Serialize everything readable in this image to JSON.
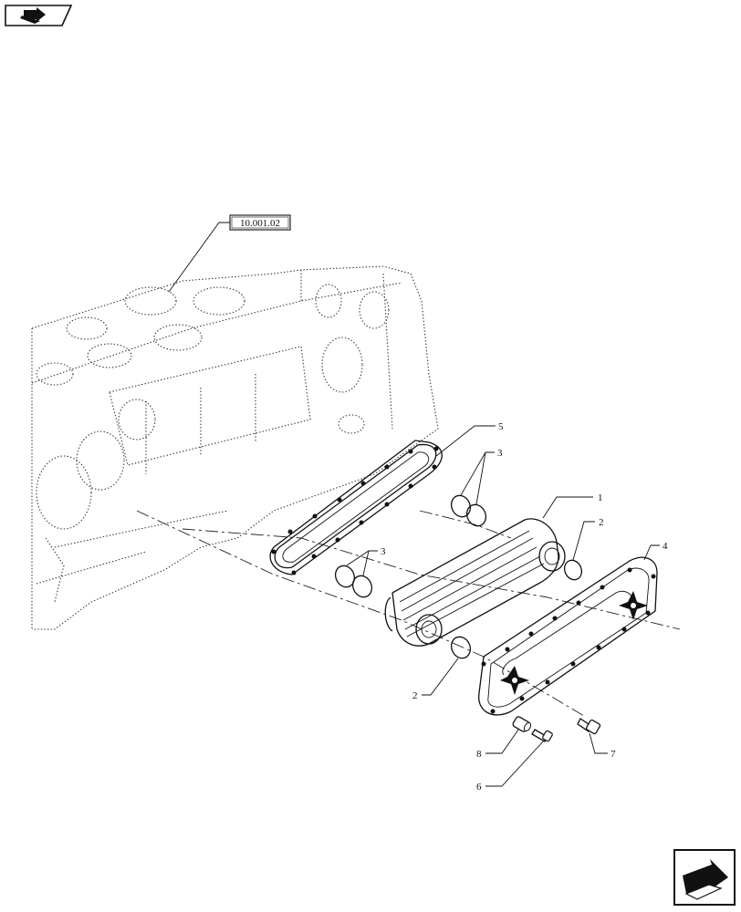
{
  "reference": {
    "label": "10.001.02"
  },
  "callouts": [
    {
      "id": "c1",
      "number": "1"
    },
    {
      "id": "c2a",
      "number": "2"
    },
    {
      "id": "c2b",
      "number": "2"
    },
    {
      "id": "c3a",
      "number": "3"
    },
    {
      "id": "c3b",
      "number": "3"
    },
    {
      "id": "c4",
      "number": "4"
    },
    {
      "id": "c5",
      "number": "5"
    },
    {
      "id": "c6",
      "number": "6"
    },
    {
      "id": "c7",
      "number": "7"
    },
    {
      "id": "c8",
      "number": "8"
    }
  ],
  "icons": {
    "top_left": "book-arrow-icon",
    "bottom_right": "next-page-arrow-icon"
  },
  "colors": {
    "ink": "#111111",
    "paper": "#ffffff"
  }
}
